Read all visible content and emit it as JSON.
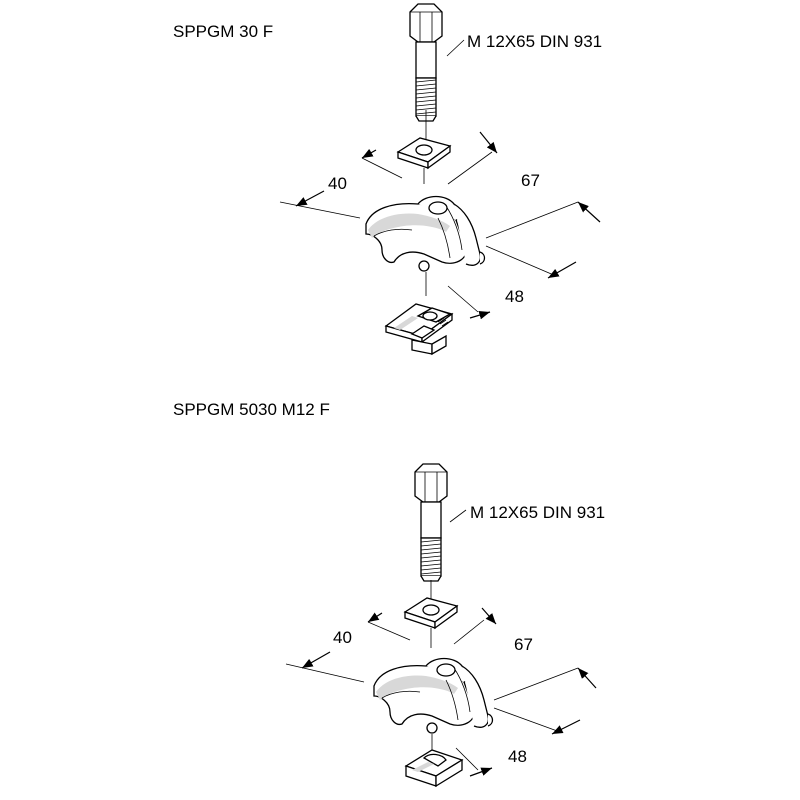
{
  "assemblies": [
    {
      "title": "SPPGM 30 F",
      "bolt_label": "M 12X65 DIN 931",
      "dim_width": "40",
      "dim_length": "67",
      "dim_base": "48"
    },
    {
      "title": "SPPGM 5030 M12 F",
      "bolt_label": "M 12X65 DIN 931",
      "dim_width": "40",
      "dim_length": "67",
      "dim_base": "48"
    }
  ]
}
